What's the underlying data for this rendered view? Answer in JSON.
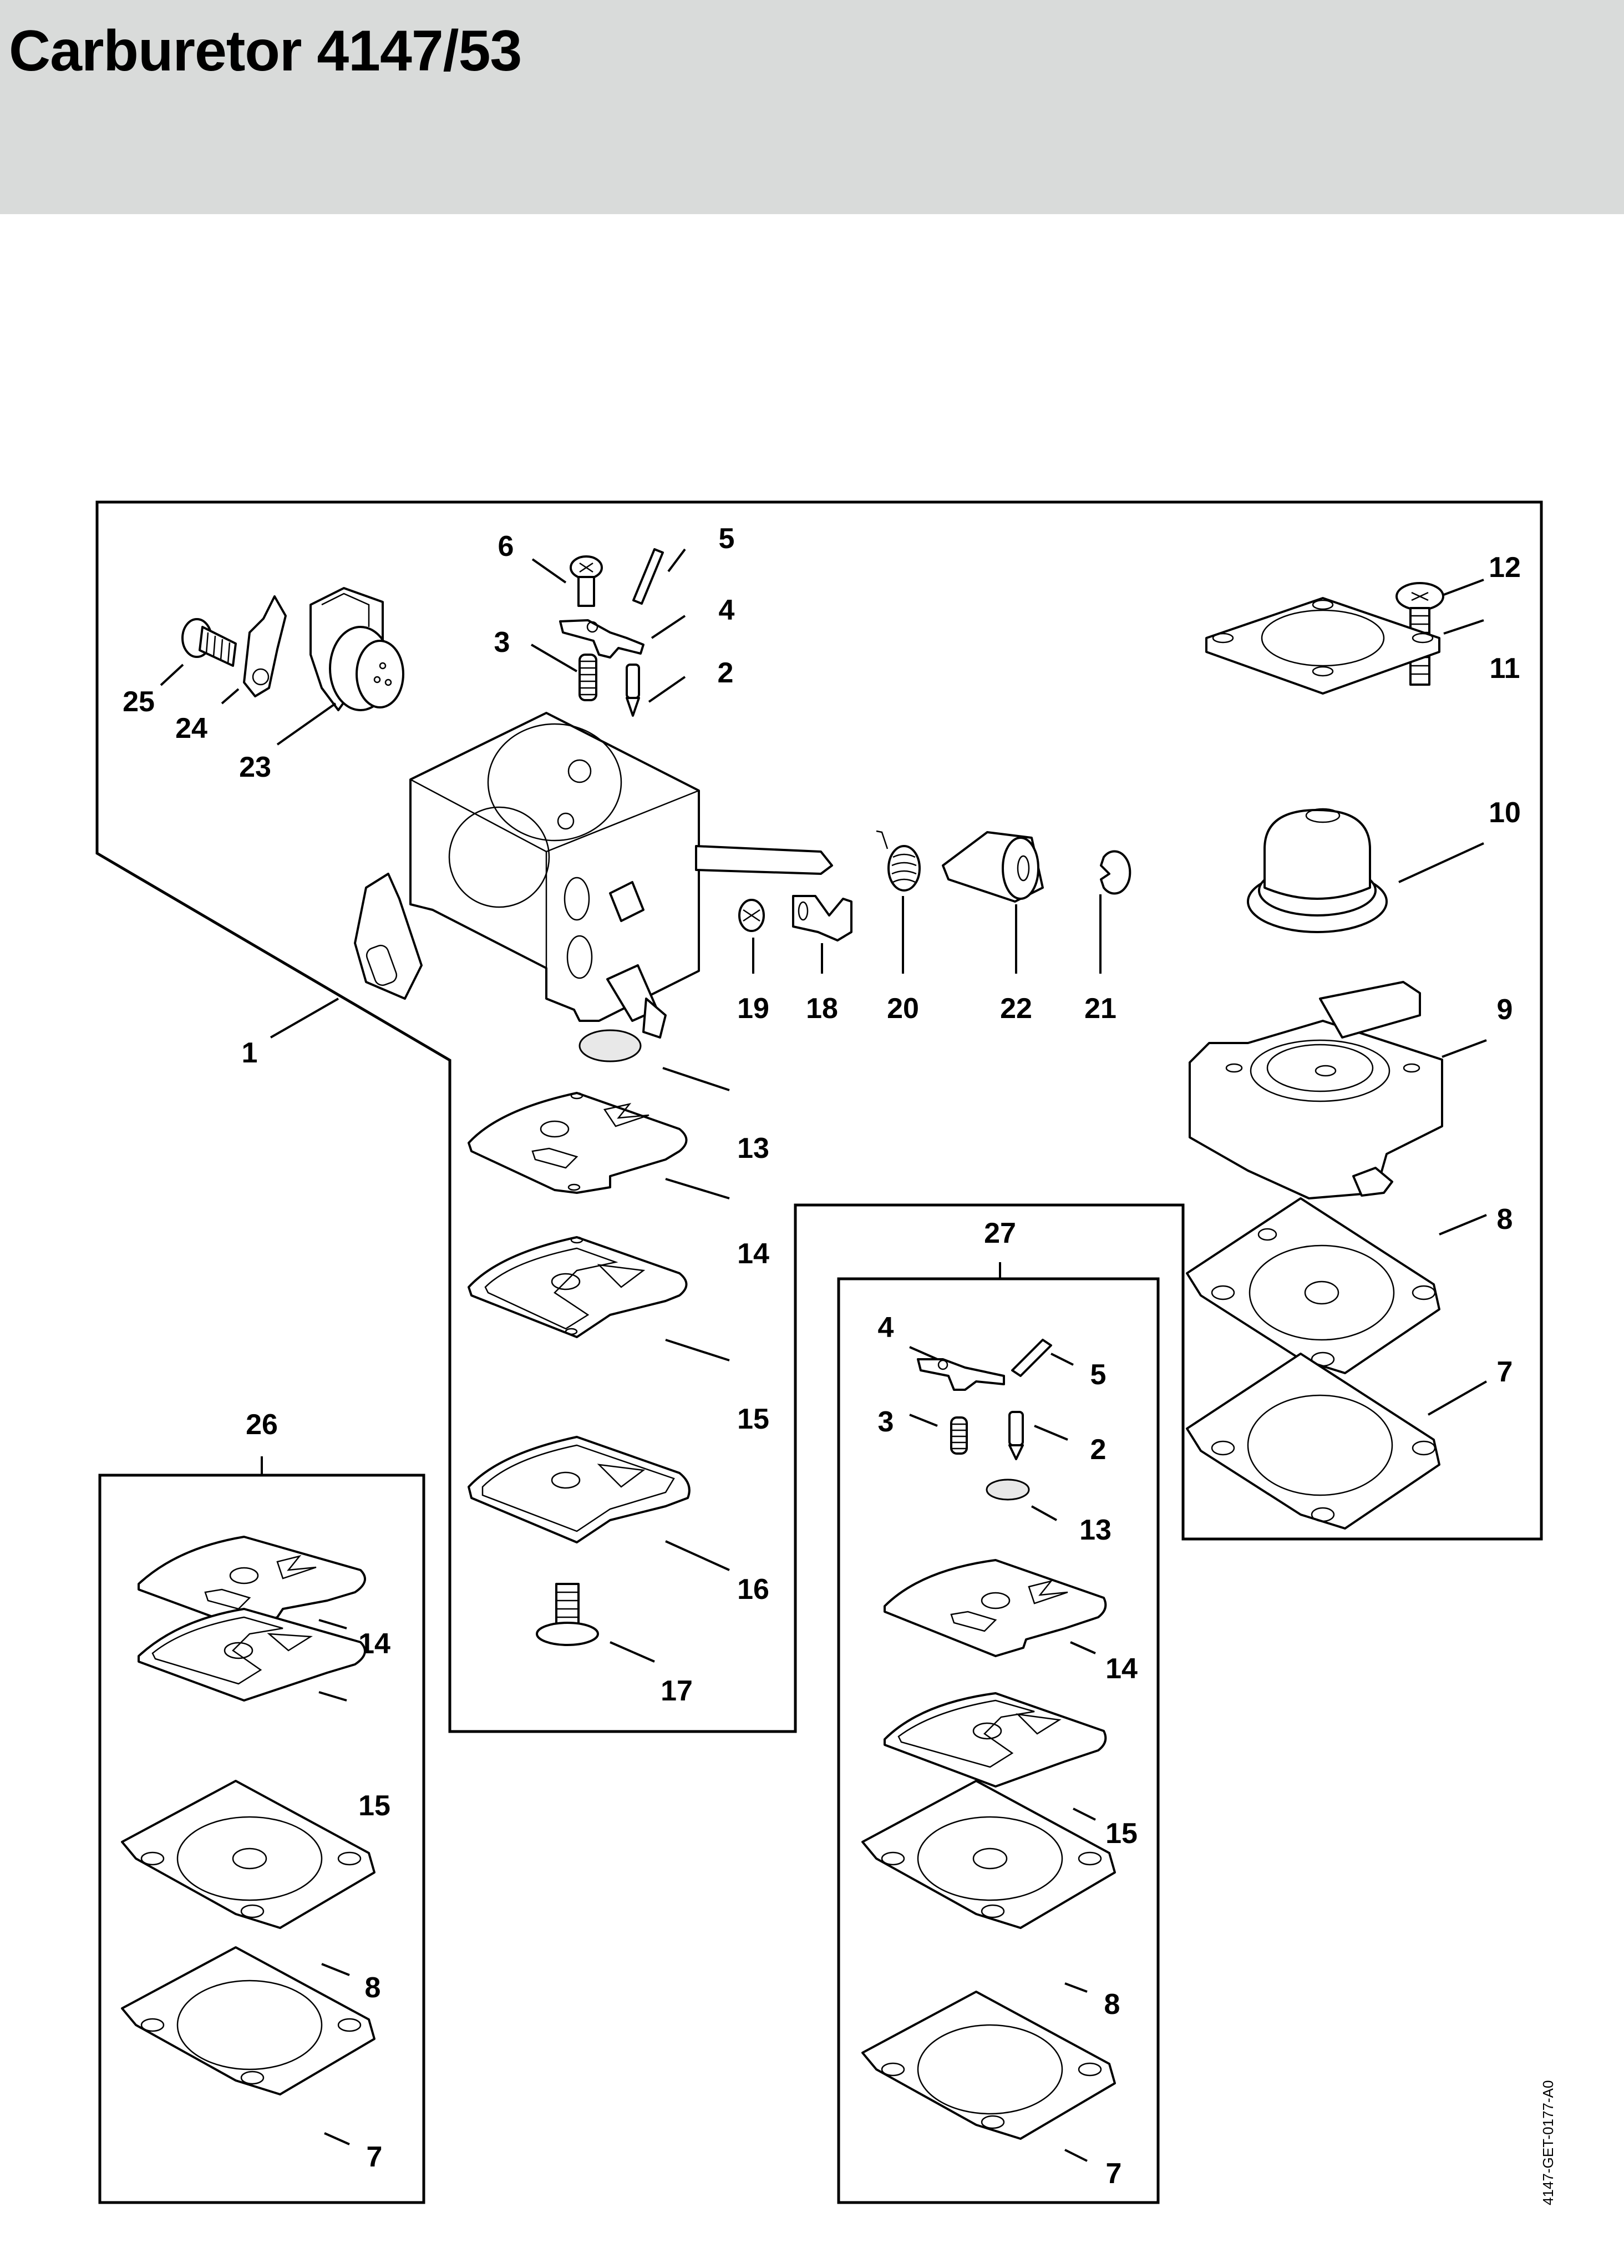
{
  "header": {
    "title": "Carburetor 4147/53",
    "background_color": "#d9dbda"
  },
  "diagram": {
    "drawing_code": "4147-GET-0177-A0",
    "callouts": {
      "c1": "1",
      "c2": "2",
      "c3": "3",
      "c4": "4",
      "c5": "5",
      "c6": "6",
      "c7": "7",
      "c8": "8",
      "c9": "9",
      "c10": "10",
      "c11": "11",
      "c12": "12",
      "c13": "13",
      "c14": "14",
      "c15": "15",
      "c16": "16",
      "c17": "17",
      "c18": "18",
      "c19": "19",
      "c20": "20",
      "c21": "21",
      "c22": "22",
      "c23": "23",
      "c24": "24",
      "c25": "25"
    },
    "kit26": {
      "label": "26",
      "callouts": {
        "c14": "14",
        "c15": "15",
        "c8": "8",
        "c7": "7"
      }
    },
    "kit27": {
      "label": "27",
      "callouts": {
        "c4": "4",
        "c5": "5",
        "c3": "3",
        "c2": "2",
        "c13": "13",
        "c14": "14",
        "c15": "15",
        "c8": "8",
        "c7": "7"
      }
    }
  }
}
